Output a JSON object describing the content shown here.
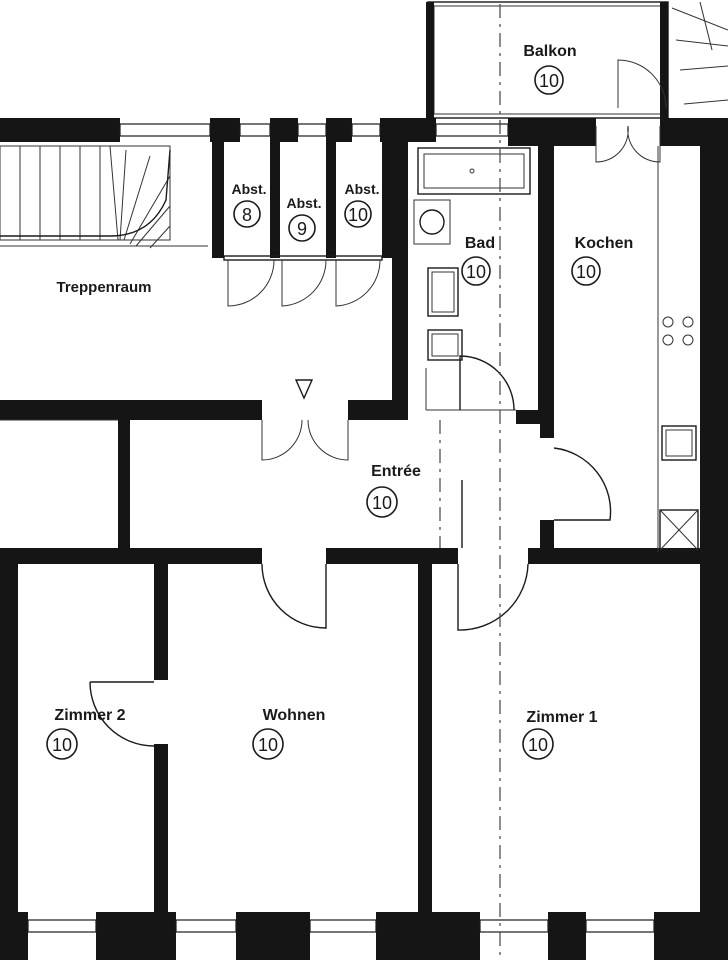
{
  "rooms": {
    "balkon": {
      "label": "Balkon",
      "number": "10"
    },
    "abst8": {
      "label": "Abst.",
      "number": "8"
    },
    "abst9": {
      "label": "Abst.",
      "number": "9"
    },
    "abst10": {
      "label": "Abst.",
      "number": "10"
    },
    "treppen": {
      "label": "Treppenraum"
    },
    "bad": {
      "label": "Bad",
      "number": "10"
    },
    "kochen": {
      "label": "Kochen",
      "number": "10"
    },
    "entree": {
      "label": "Entrée",
      "number": "10"
    },
    "zimmer2": {
      "label": "Zimmer 2",
      "number": "10"
    },
    "wohnen": {
      "label": "Wohnen",
      "number": "10"
    },
    "zimmer1": {
      "label": "Zimmer 1",
      "number": "10"
    }
  },
  "colors": {
    "wall": "#151515",
    "line": "#1a1a1a",
    "background": "#ffffff"
  }
}
